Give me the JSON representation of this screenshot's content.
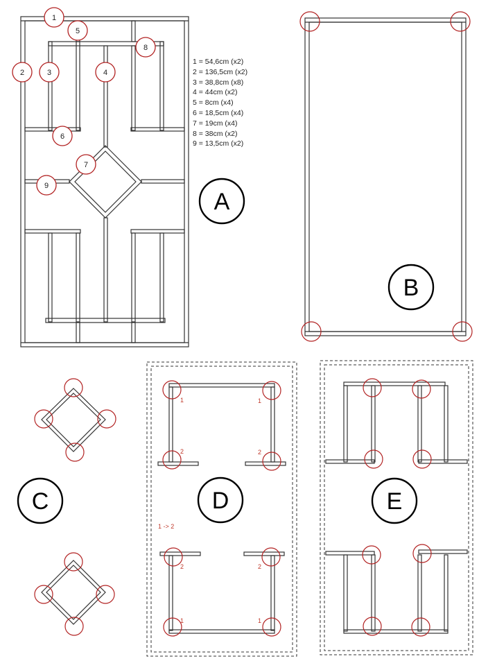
{
  "panels": {
    "a": "A",
    "b": "B",
    "c": "C",
    "d": "D",
    "e": "E"
  },
  "part_callouts": [
    "1",
    "2",
    "3",
    "4",
    "5",
    "6",
    "7",
    "8",
    "9"
  ],
  "cut_list": [
    "1 = 54,6cm (x2)",
    "2 = 136,5cm (x2)",
    "3 = 38,8cm (x8)",
    "4 = 44cm (x2)",
    "5 = 8cm (x4)",
    "6 = 18,5cm (x4)",
    "7 = 19cm (x4)",
    "8 = 38cm (x2)",
    "9 = 13,5cm (x2)"
  ],
  "step_d": {
    "labels": [
      "1",
      "1",
      "2",
      "2",
      "2",
      "2",
      "1",
      "1"
    ],
    "order_note": "1 -> 2"
  },
  "colors": {
    "line": "#333333",
    "callout": "#b22222",
    "note": "#c0392b",
    "label_ring": "#000000"
  }
}
